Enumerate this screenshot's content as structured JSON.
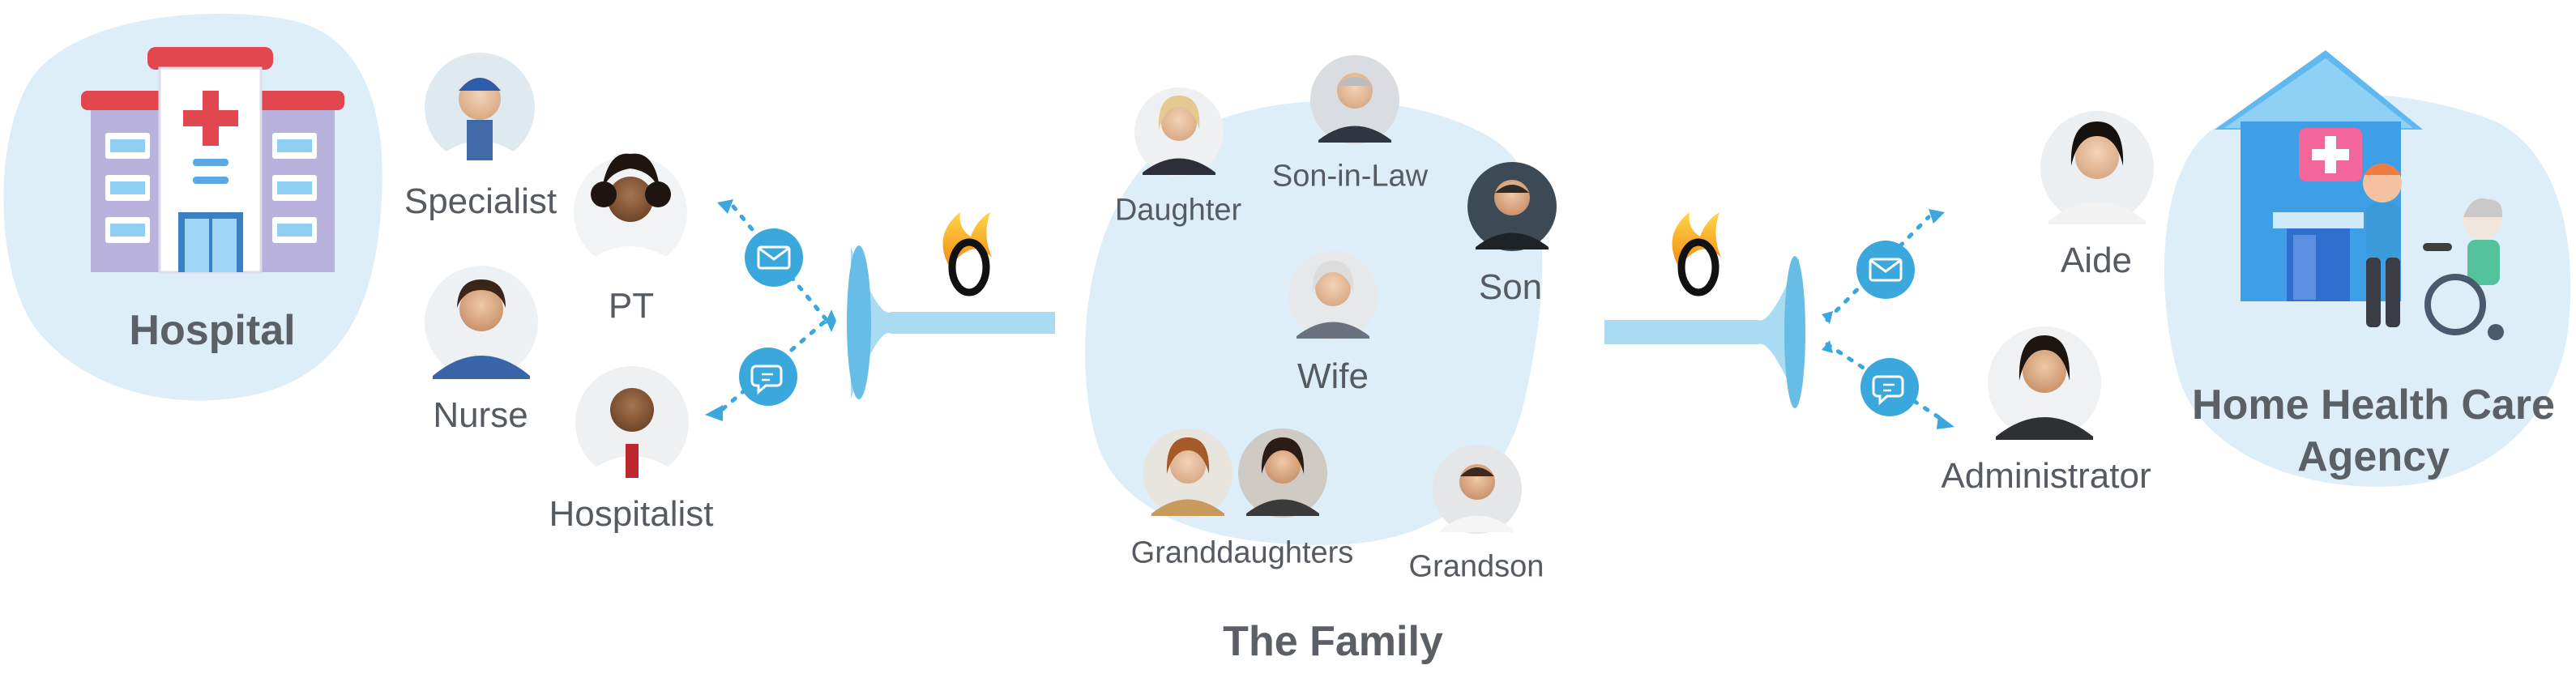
{
  "hospital": {
    "title": "Hospital",
    "staff": {
      "specialist": "Specialist",
      "pt": "PT",
      "nurse": "Nurse",
      "hospitalist": "Hospitalist"
    }
  },
  "family": {
    "title": "The Family",
    "members": {
      "daughter": "Daughter",
      "son_in_law": "Son-in-Law",
      "son": "Son",
      "wife": "Wife",
      "granddaughters": "Granddaughters",
      "grandson": "Grandson"
    }
  },
  "agency": {
    "title": "Home Health Care Agency",
    "staff": {
      "aide": "Aide",
      "administrator": "Administrator"
    }
  },
  "icons": {
    "channels": [
      "email-icon",
      "chat-icon"
    ],
    "funnel": "funnel-icon",
    "logo": "flame-logo-icon",
    "hospital": "hospital-building-icon",
    "home_care": "home-health-house-icon"
  },
  "colors": {
    "blob": "#dcedf8",
    "accent_blue": "#3aa8dc",
    "funnel": "#a9dcf3",
    "hospital_red": "#e2474f",
    "text": "#555b61",
    "flame_orange": "#f5a41c"
  }
}
